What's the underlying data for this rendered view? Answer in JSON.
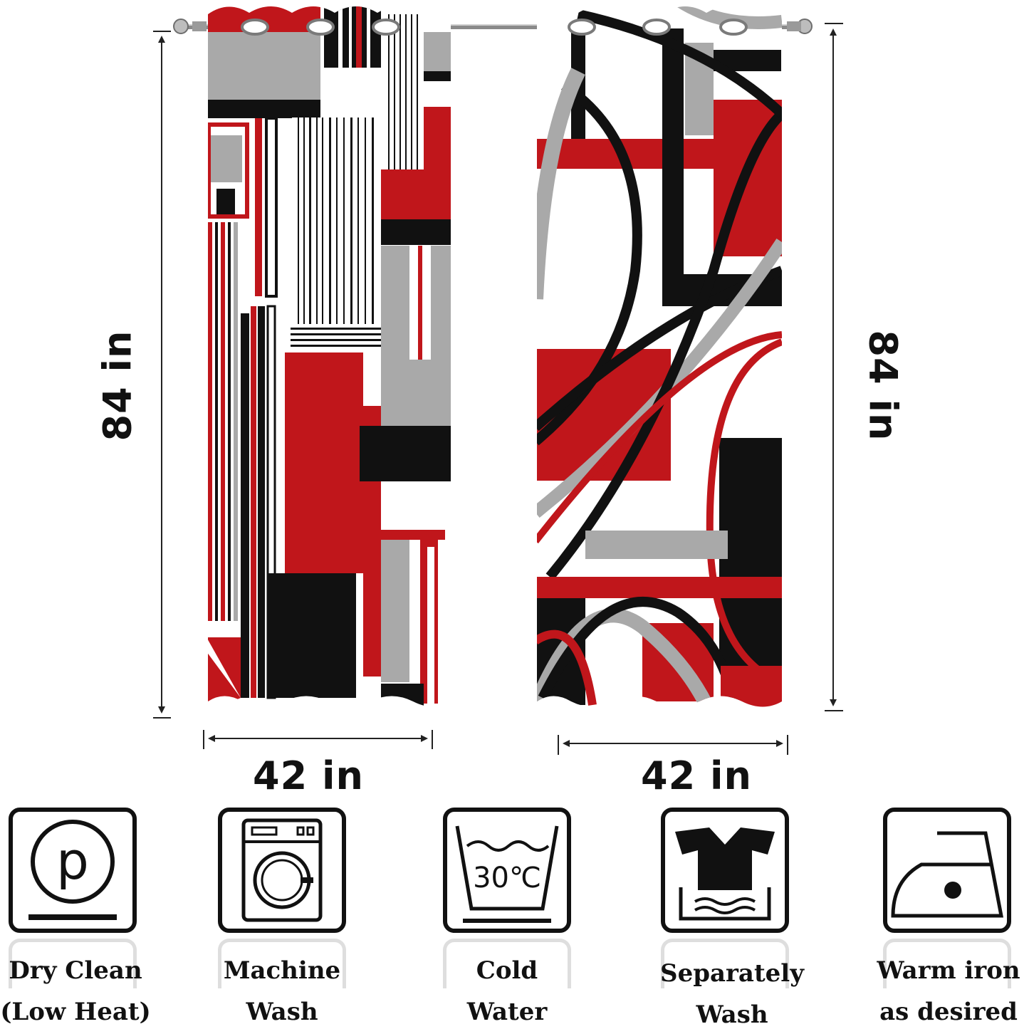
{
  "dimensions": {
    "height_left": "84 in",
    "height_right": "84 in",
    "width_left": "42 in",
    "width_right": "42 in"
  },
  "panels": {
    "left": {
      "pattern": "geometric-blocks-stripes",
      "colors": [
        "#c0161b",
        "#111111",
        "#a9a9a9",
        "#ffffff"
      ]
    },
    "right": {
      "pattern": "geometric-curves-blocks",
      "colors": [
        "#c0161b",
        "#111111",
        "#a9a9a9",
        "#ffffff"
      ]
    }
  },
  "care": [
    {
      "icon": "dry-clean-p-icon",
      "line1": "Dry Clean",
      "line2": "(Low Heat)",
      "symbol": "p"
    },
    {
      "icon": "washing-machine-icon",
      "line1": "Machine",
      "line2": "Wash"
    },
    {
      "icon": "wash-tub-30c-icon",
      "line1": "Cold",
      "line2": "Water",
      "symbol": "30℃"
    },
    {
      "icon": "separate-wash-shirt-icon",
      "line1": "Separately",
      "line2": "Wash"
    },
    {
      "icon": "iron-one-dot-icon",
      "line1": "Warm iron",
      "line2": "as desired"
    }
  ],
  "colors": {
    "red": "#c0161b",
    "black": "#111111",
    "gray": "#a9a9a9",
    "white": "#ffffff"
  }
}
